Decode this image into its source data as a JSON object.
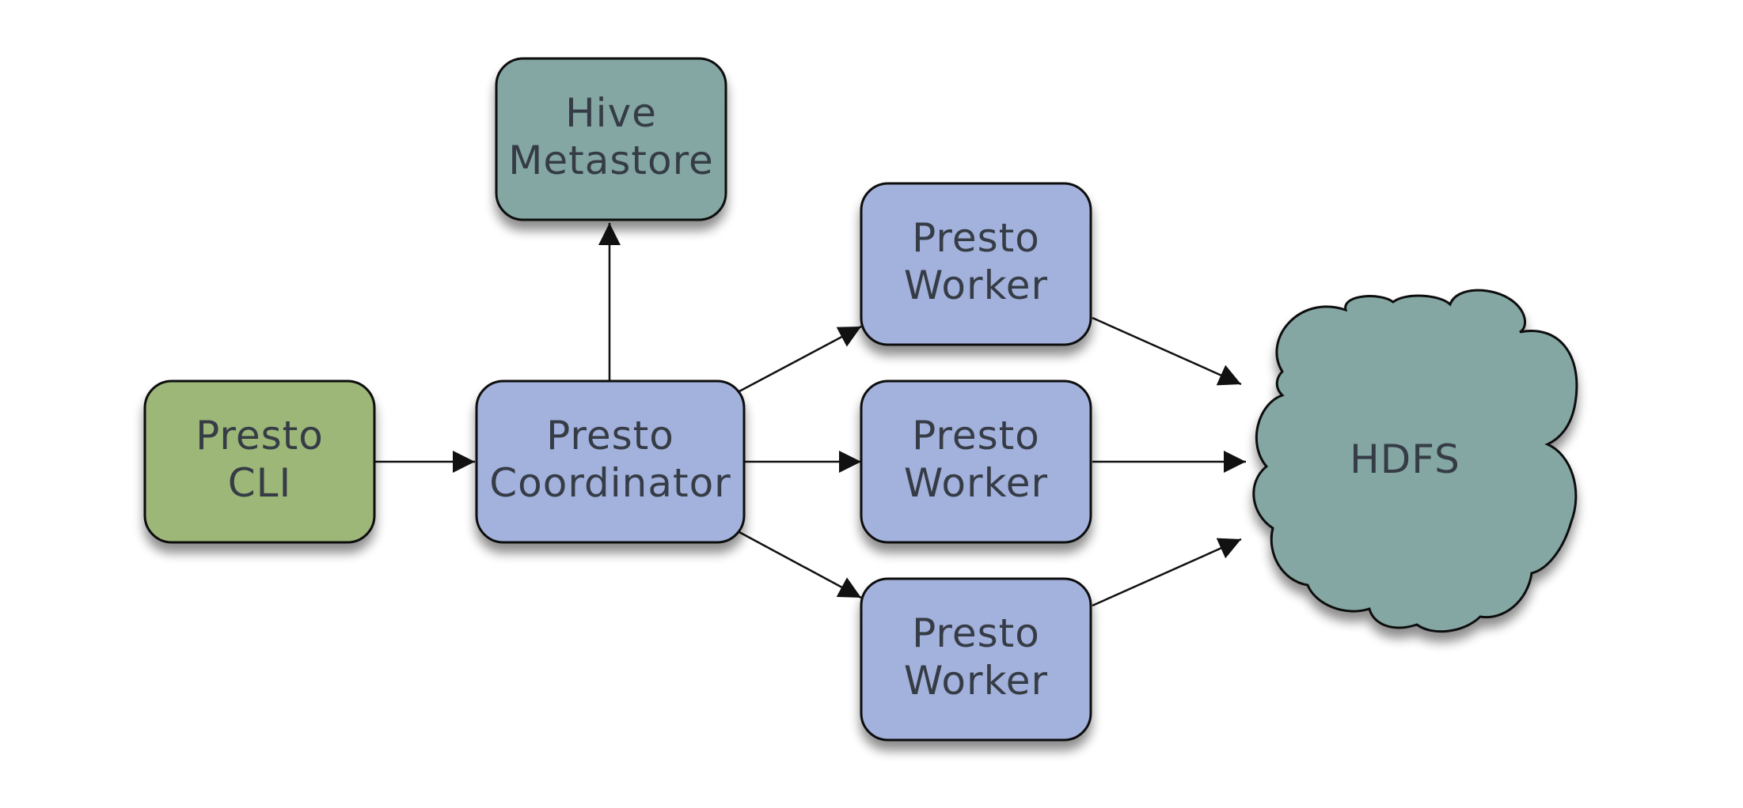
{
  "colors": {
    "cli": "#9cb777",
    "coordinator": "#a3b2dc",
    "worker": "#a3b2dc",
    "metastore": "#84a7a4",
    "hdfs": "#84a7a4",
    "stroke": "#111111",
    "text": "#363c46",
    "shadow": "#9a9a9a"
  },
  "nodes": {
    "cli": {
      "line1": "Presto",
      "line2": "CLI"
    },
    "coordinator": {
      "line1": "Presto",
      "line2": "Coordinator"
    },
    "metastore": {
      "line1": "Hive",
      "line2": "Metastore"
    },
    "worker1": {
      "line1": "Presto",
      "line2": "Worker"
    },
    "worker2": {
      "line1": "Presto",
      "line2": "Worker"
    },
    "worker3": {
      "line1": "Presto",
      "line2": "Worker"
    },
    "hdfs": {
      "label": "HDFS"
    }
  },
  "edges": [
    {
      "from": "cli",
      "to": "coordinator"
    },
    {
      "from": "coordinator",
      "to": "metastore"
    },
    {
      "from": "coordinator",
      "to": "worker1"
    },
    {
      "from": "coordinator",
      "to": "worker2"
    },
    {
      "from": "coordinator",
      "to": "worker3"
    },
    {
      "from": "worker1",
      "to": "hdfs"
    },
    {
      "from": "worker2",
      "to": "hdfs"
    },
    {
      "from": "worker3",
      "to": "hdfs"
    }
  ]
}
